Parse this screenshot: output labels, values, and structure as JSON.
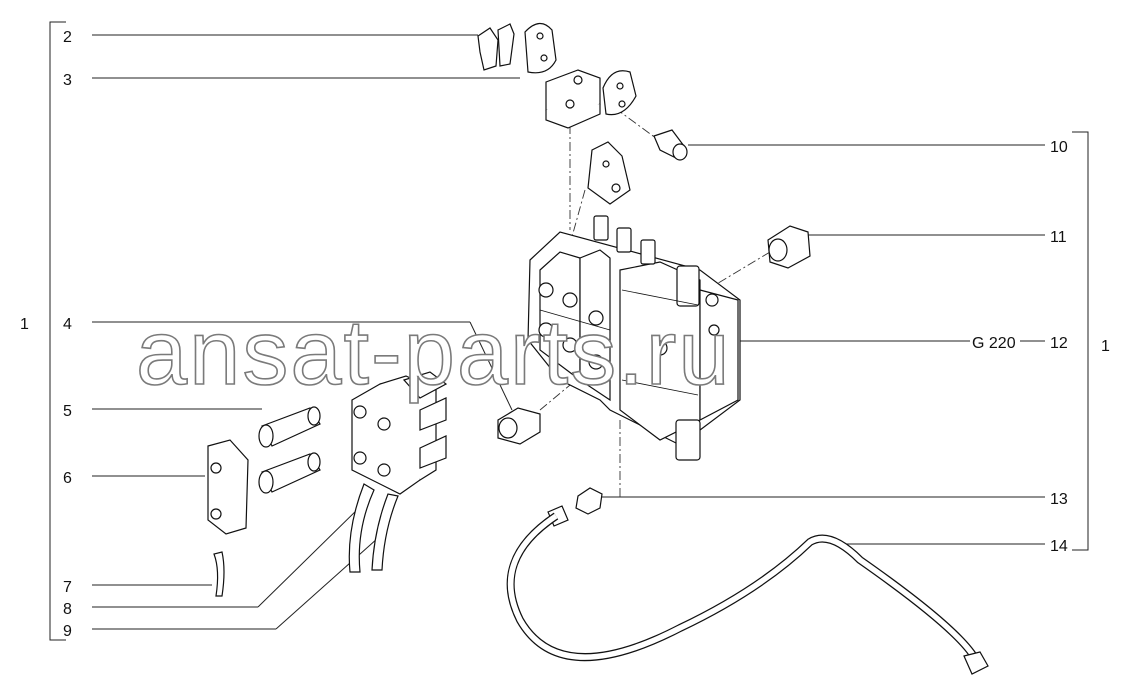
{
  "callouts_left": [
    "2",
    "3",
    "4",
    "5",
    "6",
    "7",
    "8",
    "9"
  ],
  "callouts_right": [
    "10",
    "11",
    "12",
    "13",
    "14"
  ],
  "group_label_left": "1",
  "group_label_right": "1",
  "reference_code": "G 220",
  "watermark": "ansat-parts.ru"
}
